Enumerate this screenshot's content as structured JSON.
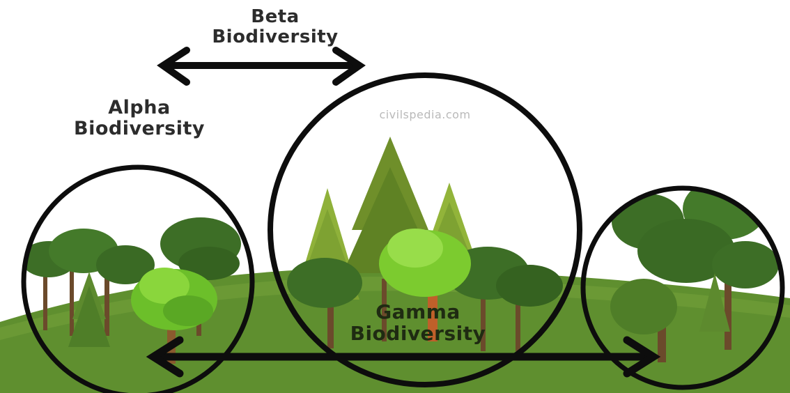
{
  "labels": {
    "beta": [
      "Beta",
      "Biodiversity"
    ],
    "alpha": [
      "Alpha",
      "Biodiversity"
    ],
    "gamma": [
      "Gamma",
      "Biodiversity"
    ]
  },
  "watermark": "civilspedia.com",
  "colors": {
    "ground": "#5f8f2f",
    "ground_light": "#7aa63e",
    "circle_outline": "#0d0d0d",
    "arrow": "#0d0d0d",
    "tree_dark": "#3d6e26",
    "tree_bright": "#7ccb2f",
    "conifer": "#6f8f2a",
    "trunk": "#6b4a2b"
  }
}
